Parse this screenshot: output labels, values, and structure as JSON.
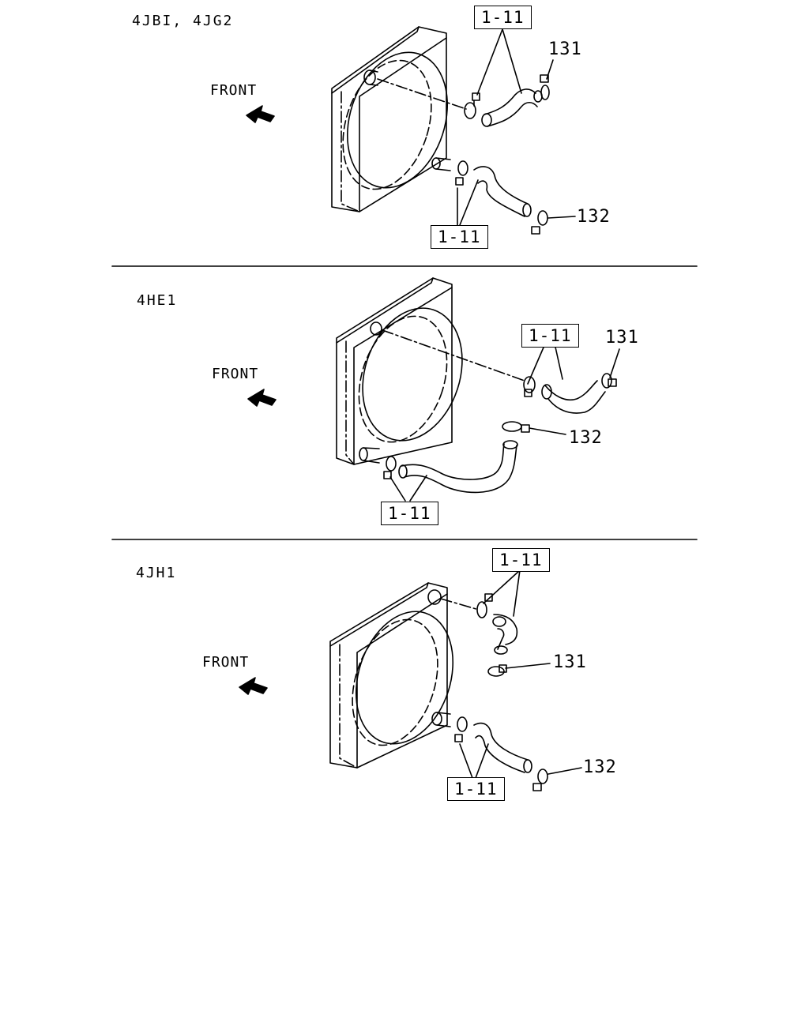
{
  "panels": [
    {
      "engine_label": "4JBI, 4JG2",
      "front_label": "FRONT",
      "ref_upper": "1-11",
      "ref_lower": "1-11",
      "part_upper": "131",
      "part_lower": "132"
    },
    {
      "engine_label": "4HE1",
      "front_label": "FRONT",
      "ref_upper": "1-11",
      "ref_lower": "1-11",
      "part_upper": "131",
      "part_lower": "132"
    },
    {
      "engine_label": "4JH1",
      "front_label": "FRONT",
      "ref_upper": "1-11",
      "ref_lower": "1-11",
      "part_upper": "131",
      "part_lower": "132"
    }
  ]
}
